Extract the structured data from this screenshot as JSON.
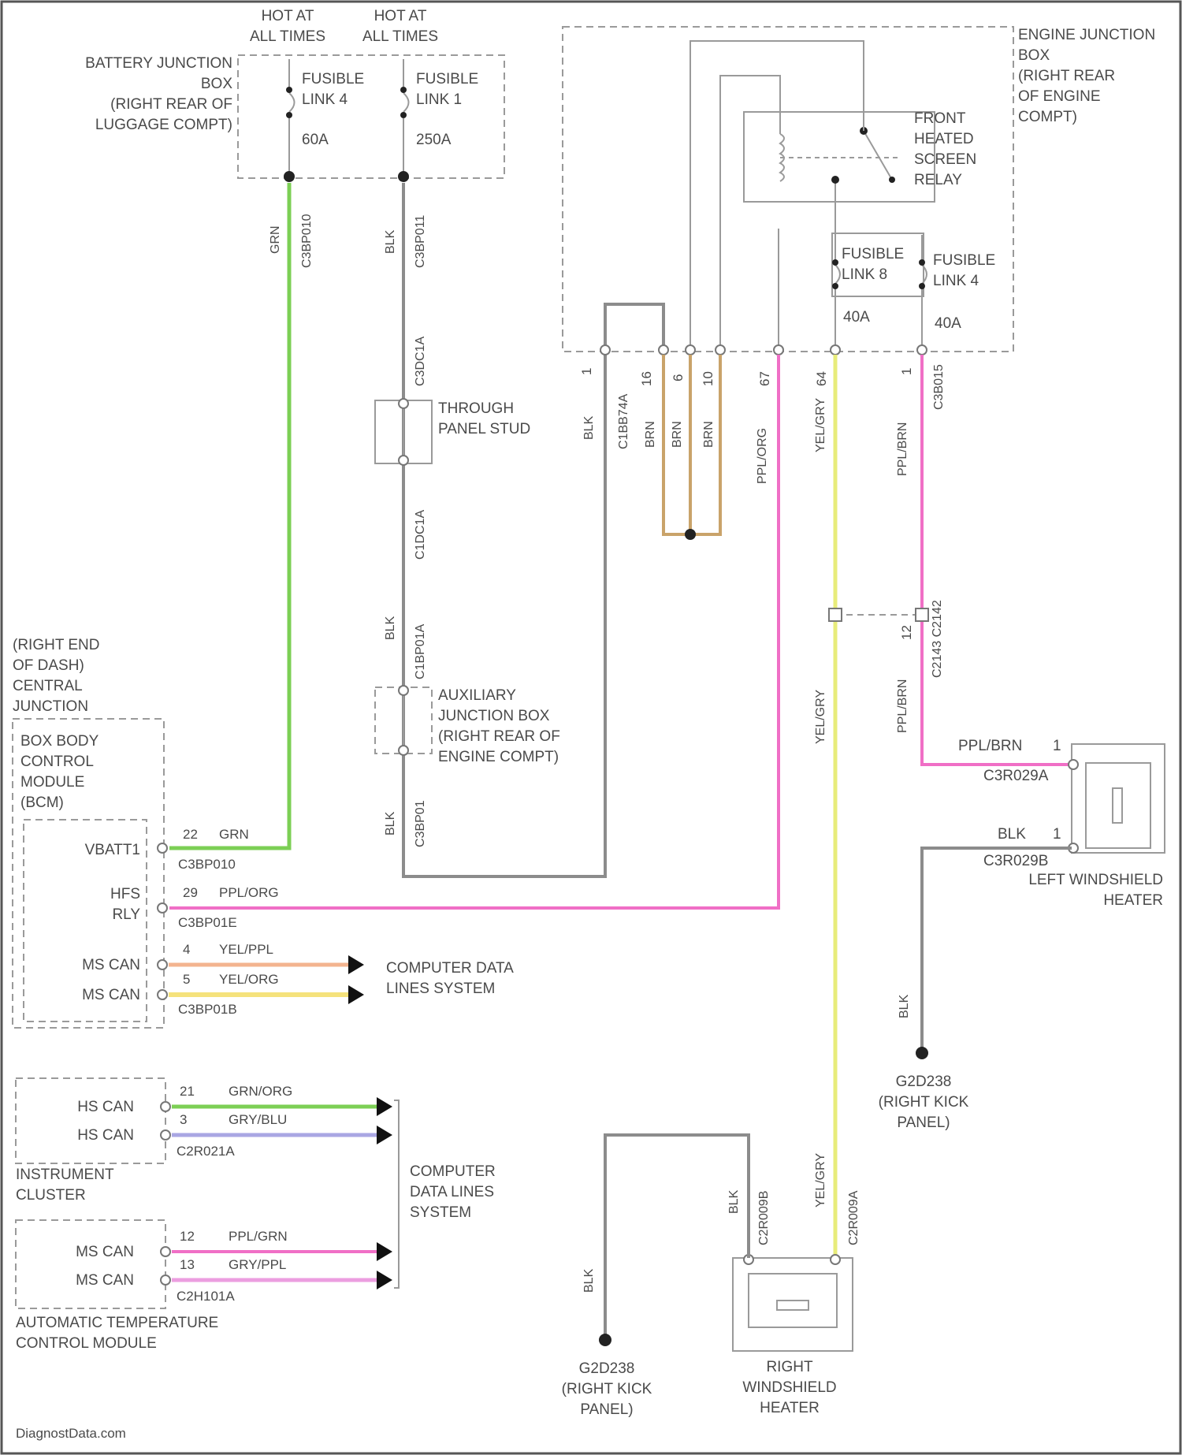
{
  "header": {
    "hot1": [
      "HOT AT",
      "ALL TIMES"
    ],
    "hot2": [
      "HOT AT",
      "ALL TIMES"
    ]
  },
  "battery_box": {
    "label": [
      "BATTERY JUNCTION",
      "BOX",
      "(RIGHT REAR OF",
      "LUGGAGE COMPT)"
    ],
    "fuse_a": [
      "FUSIBLE",
      "LINK 4",
      "60A"
    ],
    "fuse_b": [
      "FUSIBLE",
      "LINK 1",
      "250A"
    ]
  },
  "engine_box": {
    "label": [
      "ENGINE JUNCTION",
      "BOX",
      "(RIGHT REAR",
      "OF ENGINE",
      "COMPT)"
    ],
    "relay": [
      "FRONT",
      "HEATED",
      "SCREEN",
      "RELAY"
    ],
    "fuse_a": [
      "FUSIBLE",
      "LINK 8",
      "40A"
    ],
    "fuse_b": [
      "FUSIBLE",
      "LINK 4",
      "40A"
    ]
  },
  "wire_labels": {
    "grn_top": "GRN",
    "c_grn_top": "C3BP010",
    "blk_top": "BLK",
    "c_blk_top": "C3BP011",
    "c_stud_top": "C3DC1A",
    "stud": [
      "THROUGH",
      "PANEL STUD"
    ],
    "c_stud_bottom": "C1DC1A",
    "blk_mid": "BLK",
    "c_aux_top": "C1BP01A",
    "aux": [
      "AUXILIARY",
      "JUNCTION BOX",
      "(RIGHT REAR OF",
      "ENGINE COMPT)"
    ],
    "blk_low": "BLK",
    "c_aux_bottom": "C3BP01",
    "ej_blk": "BLK",
    "ej_c1": "C1BB74A",
    "ej_brn1": "BRN",
    "ej_brn2": "BRN",
    "ej_brn3": "BRN",
    "ej_ppl": "PPL/ORG",
    "ej_yel": "YEL/GRY",
    "ej_pplbrn": "PPL/BRN",
    "ej_c2": "C3B015",
    "pin_1": "1",
    "pin_16": "16",
    "pin_6": "6",
    "pin_10": "10",
    "pin_67": "67",
    "pin_64": "64",
    "pin_1b": "1",
    "yel_mid": "YEL/GRY",
    "pplbrn_mid": "PPL/BRN",
    "c_inline": "C2143 C2142",
    "pin_12": "12",
    "yel_low": "YEL/GRY",
    "c_rw_yel": "C2R009A",
    "blk_rw": "BLK",
    "c_rw_blk": "C2R009B",
    "blk_g1": "BLK",
    "blk_g2": "BLK"
  },
  "bcm": {
    "label": [
      "(RIGHT END",
      "OF DASH)",
      "CENTRAL",
      "JUNCTION",
      "BOX BODY",
      "CONTROL",
      "MODULE",
      "(BCM)"
    ],
    "pins": [
      {
        "name": "VBATT1",
        "num": "22",
        "wire": "GRN",
        "conn": "C3BP010"
      },
      {
        "name": "HFS",
        "name2": "RLY",
        "num": "29",
        "wire": "PPL/ORG",
        "conn": "C3BP01E"
      },
      {
        "name": "MS CAN",
        "num": "4",
        "wire": "YEL/PPL",
        "conn": ""
      },
      {
        "name": "MS CAN",
        "num": "5",
        "wire": "YEL/ORG",
        "conn": "C3BP01B"
      }
    ],
    "cdl": [
      "COMPUTER DATA",
      "LINES SYSTEM"
    ]
  },
  "ic": {
    "label": [
      "INSTRUMENT",
      "CLUSTER"
    ],
    "pins": [
      {
        "name": "HS CAN",
        "num": "21",
        "wire": "GRN/ORG"
      },
      {
        "name": "HS CAN",
        "num": "3",
        "wire": "GRY/BLU"
      }
    ],
    "conn": "C2R021A"
  },
  "atc": {
    "label": [
      "AUTOMATIC TEMPERATURE",
      "CONTROL MODULE"
    ],
    "pins": [
      {
        "name": "MS CAN",
        "num": "12",
        "wire": "PPL/GRN"
      },
      {
        "name": "MS CAN",
        "num": "13",
        "wire": "GRY/PPL"
      }
    ],
    "conn": "C2H101A"
  },
  "cdl2": [
    "COMPUTER",
    "DATA LINES",
    "SYSTEM"
  ],
  "left_heater": {
    "wire1": "PPL/BRN",
    "pin1": "1",
    "conn1": "C3R029A",
    "wire2": "BLK",
    "pin2": "1",
    "conn2": "C3R029B",
    "label": [
      "LEFT WINDSHIELD",
      "HEATER"
    ]
  },
  "ground_right": {
    "label": [
      "G2D238",
      "(RIGHT KICK",
      "PANEL)"
    ]
  },
  "ground_left": {
    "label": [
      "G2D238",
      "(RIGHT KICK",
      "PANEL)"
    ]
  },
  "right_heater": {
    "label": [
      "RIGHT",
      "WINDSHIELD",
      "HEATER"
    ]
  },
  "footer": "DiagnostData.com"
}
